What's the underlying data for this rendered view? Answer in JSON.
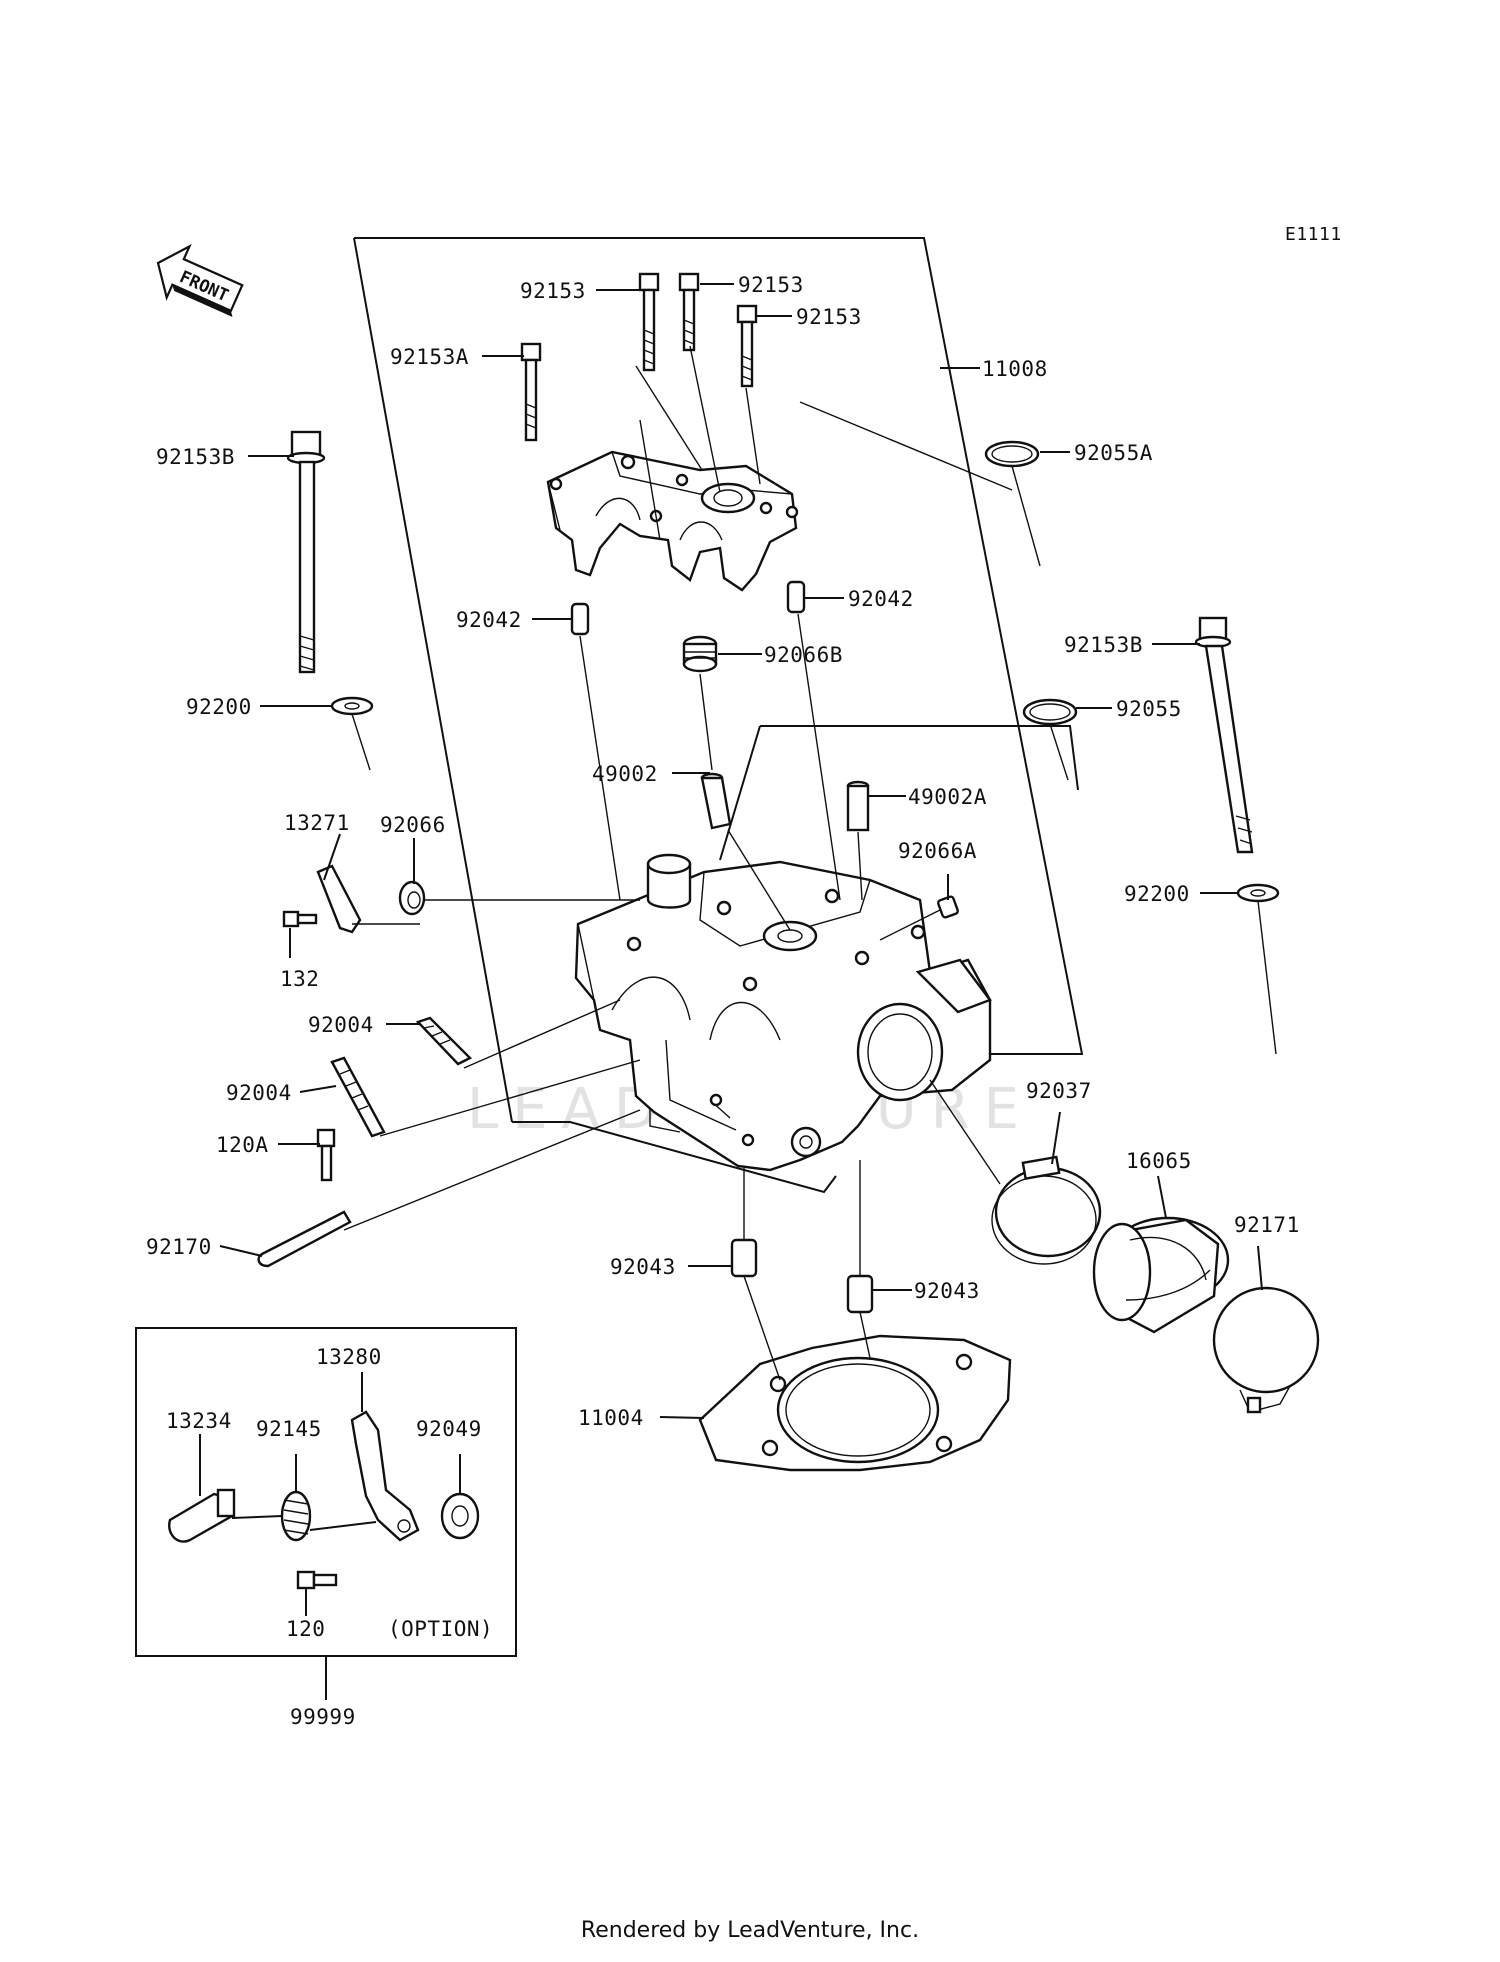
{
  "diagram": {
    "code": "E1111",
    "front_label": "FRONT",
    "option_label": "(OPTION)",
    "watermark": "LEADVENTURE",
    "footer": "Rendered by LeadVenture, Inc.",
    "parts": [
      {
        "ref": "92153",
        "label": "92153"
      },
      {
        "ref": "92153",
        "label": "92153"
      },
      {
        "ref": "92153",
        "label": "92153"
      },
      {
        "ref": "92153A",
        "label": "92153A"
      },
      {
        "ref": "11008",
        "label": "11008"
      },
      {
        "ref": "92055A",
        "label": "92055A"
      },
      {
        "ref": "92153B",
        "label": "92153B"
      },
      {
        "ref": "92042",
        "label": "92042"
      },
      {
        "ref": "92042",
        "label": "92042"
      },
      {
        "ref": "92066B",
        "label": "92066B"
      },
      {
        "ref": "92153B",
        "label": "92153B"
      },
      {
        "ref": "92200",
        "label": "92200"
      },
      {
        "ref": "92055",
        "label": "92055"
      },
      {
        "ref": "49002",
        "label": "49002"
      },
      {
        "ref": "49002A",
        "label": "49002A"
      },
      {
        "ref": "13271",
        "label": "13271"
      },
      {
        "ref": "92066",
        "label": "92066"
      },
      {
        "ref": "92066A",
        "label": "92066A"
      },
      {
        "ref": "92200",
        "label": "92200"
      },
      {
        "ref": "132",
        "label": "132"
      },
      {
        "ref": "92004",
        "label": "92004"
      },
      {
        "ref": "92004",
        "label": "92004"
      },
      {
        "ref": "92037",
        "label": "92037"
      },
      {
        "ref": "120A",
        "label": "120A"
      },
      {
        "ref": "16065",
        "label": "16065"
      },
      {
        "ref": "92171",
        "label": "92171"
      },
      {
        "ref": "92170",
        "label": "92170"
      },
      {
        "ref": "92043",
        "label": "92043"
      },
      {
        "ref": "92043",
        "label": "92043"
      },
      {
        "ref": "13280",
        "label": "13280"
      },
      {
        "ref": "11004",
        "label": "11004"
      },
      {
        "ref": "13234",
        "label": "13234"
      },
      {
        "ref": "92145",
        "label": "92145"
      },
      {
        "ref": "92049",
        "label": "92049"
      },
      {
        "ref": "120",
        "label": "120"
      },
      {
        "ref": "99999",
        "label": "99999"
      }
    ]
  }
}
